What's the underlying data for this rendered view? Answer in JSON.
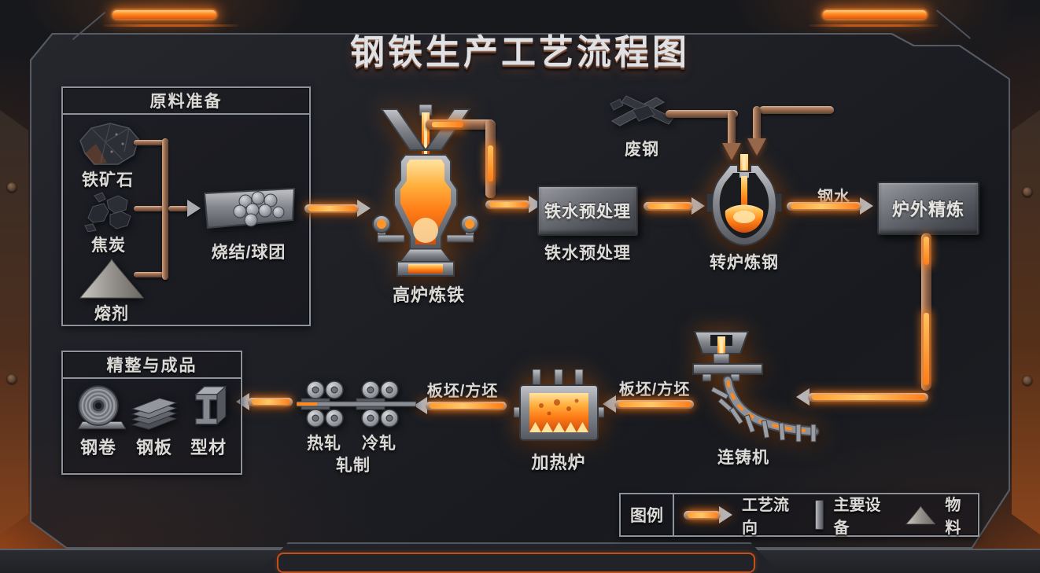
{
  "title": "钢铁生产工艺流程图",
  "raw_materials": {
    "header": "原料准备",
    "items": [
      {
        "label": "铁矿石",
        "icon": "iron-ore-icon"
      },
      {
        "label": "焦炭",
        "icon": "coke-icon"
      },
      {
        "label": "熔剂",
        "icon": "flux-cone-icon"
      }
    ],
    "sinter_label": "烧结/球团"
  },
  "main_flow": {
    "blast_furnace": "高炉炼铁",
    "hot_metal_pretreatment": "铁水预处理",
    "hot_metal_pretreatment_caption": "铁水预处理",
    "scrap_steel": "废钢",
    "converter": "转炉炼钢",
    "molten_steel_label": "钢水",
    "secondary_refining": "炉外精炼",
    "continuous_caster": "连铸机",
    "slab_label_right": "板坯/方坯",
    "reheating_furnace": "加热炉",
    "slab_label_left": "板坯/方坯",
    "hot_rolling": "热轧",
    "cold_rolling": "冷轧",
    "rolling_caption": "轧制"
  },
  "finishing": {
    "header": "精整与成品",
    "items": [
      {
        "label": "钢卷",
        "icon": "steel-coil-icon"
      },
      {
        "label": "钢板",
        "icon": "steel-plate-icon"
      },
      {
        "label": "型材",
        "icon": "steel-profile-icon"
      }
    ]
  },
  "legend": {
    "title": "图例",
    "items": [
      {
        "label": "工艺流向",
        "icon": "flow-arrow-icon"
      },
      {
        "label": "主要设备",
        "icon": "equipment-bar-icon"
      },
      {
        "label": "物料",
        "icon": "material-cone-icon"
      }
    ]
  },
  "colors": {
    "accent_orange": "#ff7d17",
    "glow_orange": "#ffa13c",
    "metal_silver": "#d8d6d4",
    "copper_pipe": "#96684c",
    "panel_dark": "#1d1f24"
  }
}
